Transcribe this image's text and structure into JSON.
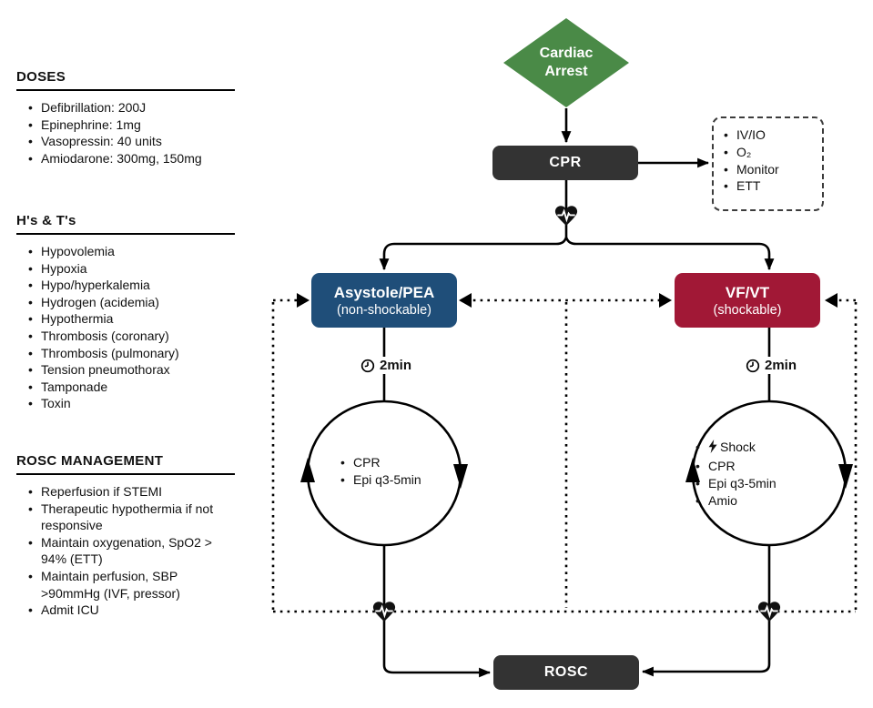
{
  "colors": {
    "diamond_green": "#4a8a47",
    "dark_box": "#333333",
    "asystole_blue": "#1f4e79",
    "vfvt_red": "#a11836",
    "line": "#000000"
  },
  "sidebar": {
    "doses": {
      "title": "DOSES",
      "items": [
        "Defibrillation: 200J",
        "Epinephrine: 1mg",
        "Vasopressin: 40 units",
        "Amiodarone: 300mg, 150mg"
      ]
    },
    "hs_ts": {
      "title": "H's & T's",
      "items": [
        "Hypovolemia",
        "Hypoxia",
        "Hypo/hyperkalemia",
        "Hydrogen (acidemia)",
        "Hypothermia",
        "Thrombosis (coronary)",
        "Thrombosis (pulmonary)",
        "Tension pneumothorax",
        "Tamponade",
        "Toxin"
      ]
    },
    "rosc_management": {
      "title": "ROSC MANAGEMENT",
      "items": [
        "Reperfusion if STEMI",
        "Therapeutic hypothermia if not responsive",
        "Maintain oxygenation, SpO2 > 94% (ETT)",
        "Maintain perfusion, SBP >90mmHg (IVF, pressor)",
        "Admit ICU"
      ]
    }
  },
  "flowchart": {
    "start": {
      "line1": "Cardiac",
      "line2": "Arrest"
    },
    "cpr": {
      "label": "CPR"
    },
    "adjuncts": {
      "items": [
        "IV/IO",
        "O₂",
        "Monitor",
        "ETT"
      ]
    },
    "asystole": {
      "title": "Asystole/PEA",
      "subtitle": "(non-shockable)"
    },
    "vfvt": {
      "title": "VF/VT",
      "subtitle": "(shockable)"
    },
    "timer_left": "2min",
    "timer_right": "2min",
    "left_cycle": {
      "items": [
        "CPR",
        "Epi q3-5min"
      ]
    },
    "right_cycle": {
      "items": [
        "Shock",
        "CPR",
        "Epi q3-5min",
        "Amio"
      ]
    },
    "rosc": {
      "label": "ROSC"
    }
  }
}
